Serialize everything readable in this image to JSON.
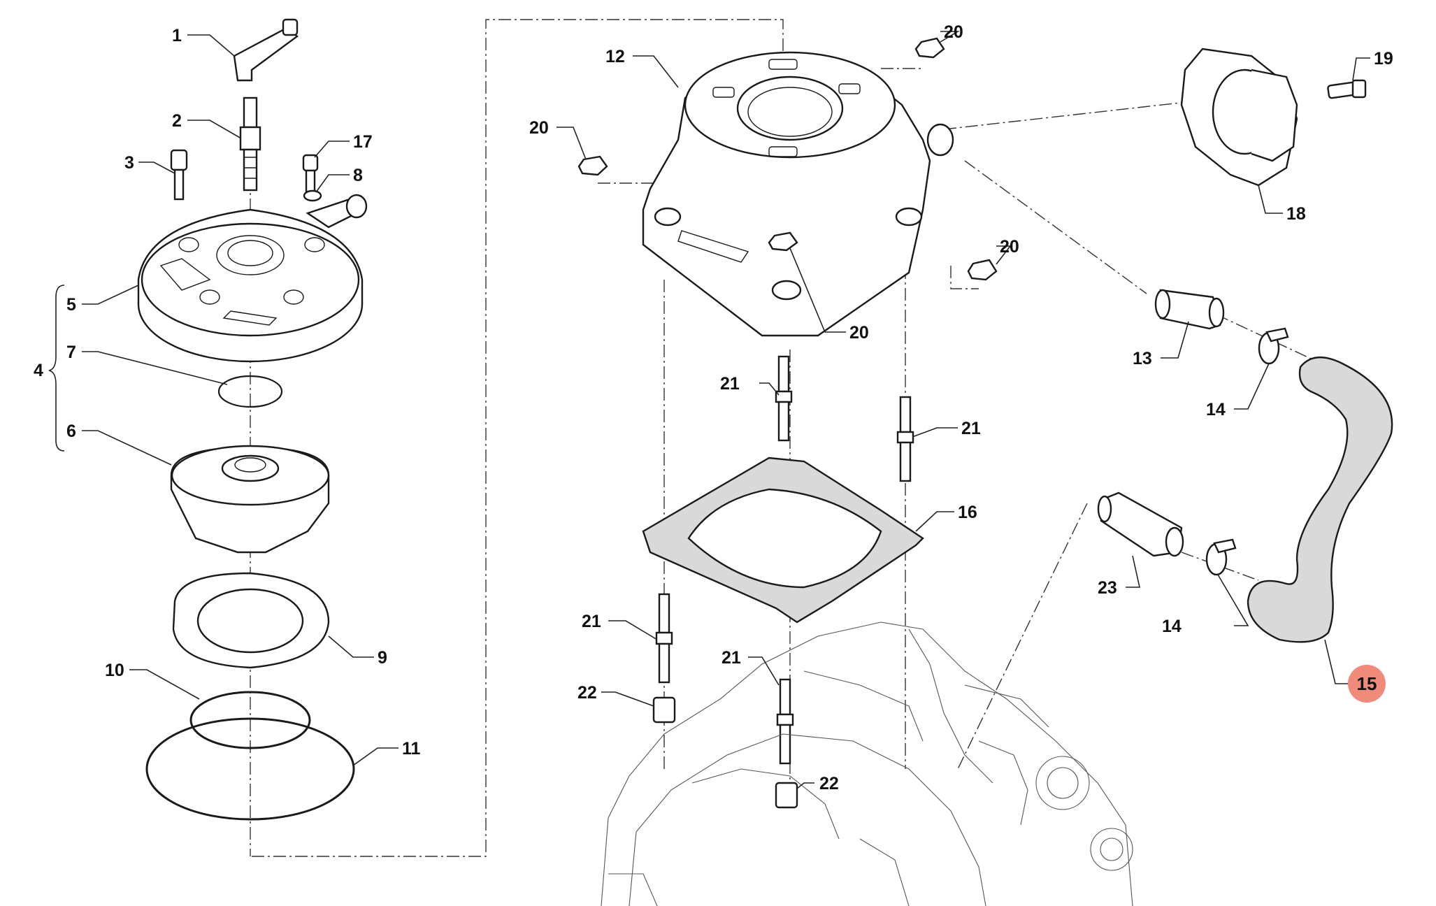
{
  "diagram": {
    "labels": [
      "1",
      "2",
      "3",
      "17",
      "8",
      "5",
      "4",
      "7",
      "6",
      "9",
      "10",
      "11",
      "12",
      "20",
      "20",
      "20",
      "20",
      "19",
      "18",
      "13",
      "14",
      "14",
      "15",
      "16",
      "21",
      "21",
      "21",
      "21",
      "22",
      "22",
      "23"
    ],
    "highlighted_label": "15",
    "highlight_color": "#f08a7a"
  }
}
